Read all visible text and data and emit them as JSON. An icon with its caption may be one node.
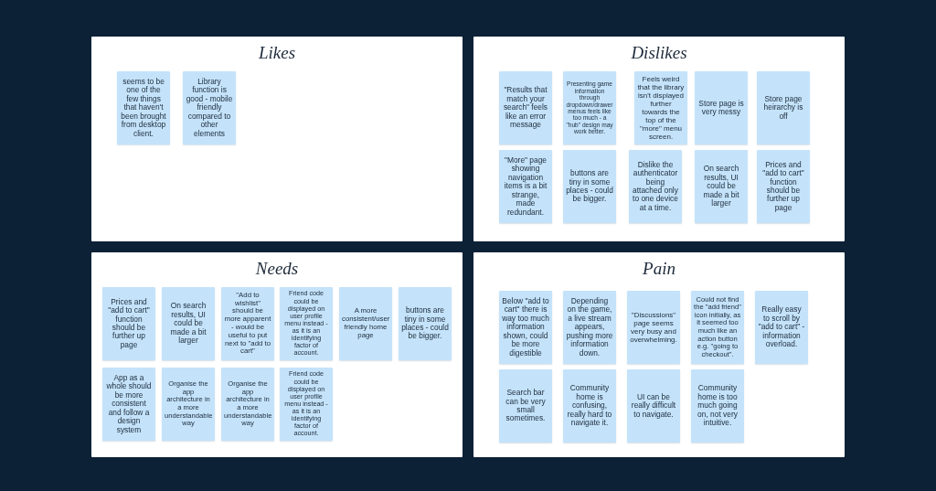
{
  "diagram": {
    "nodes": [
      {
        "text": [
          "Likes"
        ]
      },
      {
        "text": [
          "seems to be one of the few things that haven't been brought from desktop client."
        ],
        "in": 0
      },
      {
        "text": [
          "Library function is good - mobile friendly compared to other elements"
        ],
        "in": 0
      },
      {
        "text": [
          "Dislikes"
        ]
      },
      {
        "text": [
          "\"Results that match your search\" feels like an error message"
        ],
        "in": 3
      },
      {
        "text": [
          "Presenting game information through dropdown/drawer menus feels like too much - a \"hub\" design may work better."
        ],
        "in": 3
      },
      {
        "text": [
          "Feels weird that the library isn't displayed further towards the top of the \"more\" menu screen."
        ],
        "in": 3
      },
      {
        "text": [
          "Store page is very messy"
        ],
        "in": 3
      },
      {
        "text": [
          "Store page heirarchy is off"
        ],
        "in": 3
      },
      {
        "text": [
          "\"More\" page showing navigation items is a bit strange, made redundant."
        ],
        "in": 3
      },
      {
        "text": [
          "buttons are tiny in some places - could be bigger."
        ],
        "in": 3
      },
      {
        "text": [
          "Dislike the authenticator being attached only to one device at a time."
        ],
        "in": 3
      },
      {
        "text": [
          "On search results, UI could be made a bit larger"
        ],
        "in": 3
      },
      {
        "text": [
          "Prices and \"add to cart\" function should be further up page"
        ],
        "in": 3
      },
      {
        "text": [
          "Needs"
        ]
      },
      {
        "text": [
          "Prices and \"add to cart\" function should be further up page"
        ],
        "in": 14
      },
      {
        "text": [
          "On search results, UI could be made a bit larger"
        ],
        "in": 14
      },
      {
        "text": [
          "\"Add to wishlist\" should be more apparent - would be useful to put next to \"add to cart\""
        ],
        "in": 14
      },
      {
        "text": [
          "Friend code could be displayed on user profile menu instead - as it is an identifying factor of account."
        ],
        "in": 14
      },
      {
        "text": [
          "A more consistent/user friendly home page"
        ],
        "in": 14
      },
      {
        "text": [
          "buttons are tiny in some places - could be bigger."
        ],
        "in": 14
      },
      {
        "text": [
          "App as a whole should be more consistent and follow a design system"
        ],
        "in": 14
      },
      {
        "text": [
          "Organise the app architecture in a more understandable way"
        ],
        "in": 14
      },
      {
        "text": [
          "Organise the app architecture in a more understandable way"
        ],
        "in": 14
      },
      {
        "text": [
          "Friend code could be displayed on user profile menu instead - as it is an identifying factor of account."
        ],
        "in": 14
      },
      {
        "text": [
          "Pain"
        ]
      },
      {
        "text": [
          "Below \"add to cart\" there is way too much information shown, could be more digestible"
        ],
        "in": 25
      },
      {
        "text": [
          "Depending on the game, a live stream appears, pushing more information down."
        ],
        "in": 25
      },
      {
        "text": [
          "\"Discussions\" page seems very busy and overwhelming."
        ],
        "in": 25
      },
      {
        "text": [
          "Could not find the \"add friend\" icon initially, as it seemed too much like an action button e.g. \"going to checkout\"."
        ],
        "in": 25
      },
      {
        "text": [
          "Really easy to scroll by \"add to cart\" - information overload."
        ],
        "in": 25
      },
      {
        "text": [
          "Search bar can be very small sometimes."
        ],
        "in": 25
      },
      {
        "text": [
          "Community home is confusing, really hard to navigate it."
        ],
        "in": 25
      },
      {
        "text": [
          "UI can be really difficult to navigate."
        ],
        "in": 25
      },
      {
        "text": [
          "Community home is too much going on, not very intuitive."
        ],
        "in": 25
      }
    ]
  }
}
